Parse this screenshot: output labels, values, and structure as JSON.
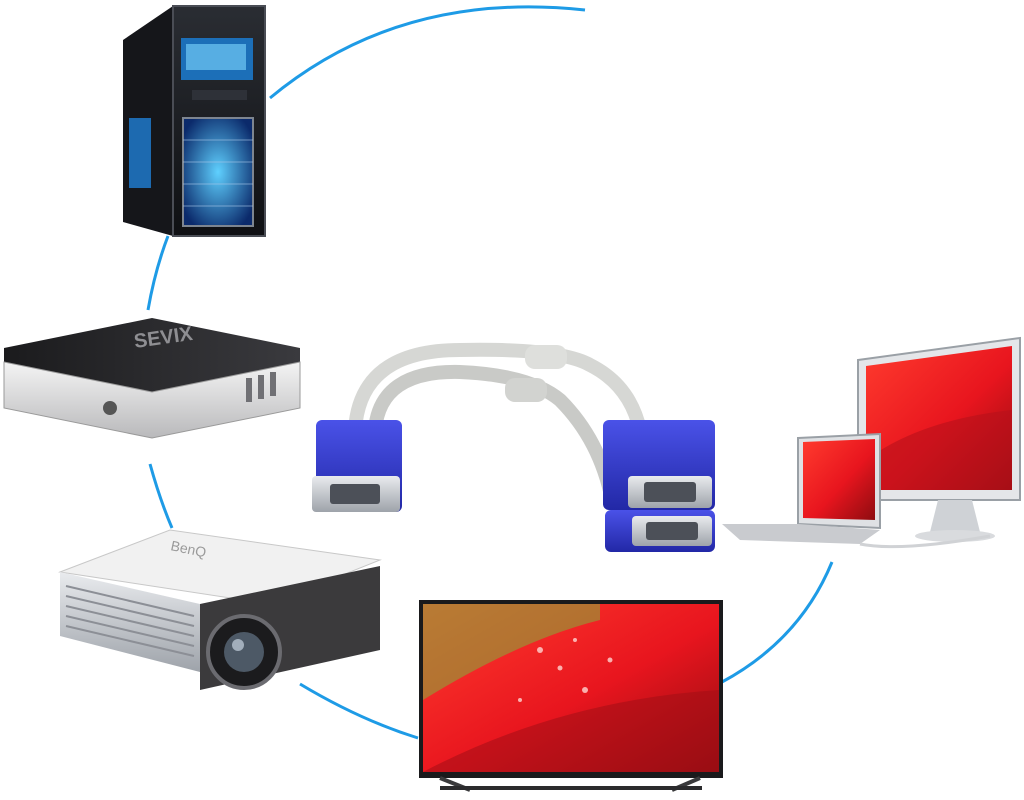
{
  "scene": {
    "background": "#ffffff",
    "connector_color": "#1e9be6",
    "screen_colors": {
      "red": "#e8151e",
      "dark_red": "#8e0c10",
      "green": "#7fb03a"
    },
    "vga_blue": "#2f35c8",
    "devices": [
      {
        "name": "desktop-tower",
        "icon": "computer-tower-icon"
      },
      {
        "name": "set-top-box",
        "icon": "media-box-icon"
      },
      {
        "name": "projector",
        "icon": "projector-icon"
      },
      {
        "name": "television",
        "icon": "tv-icon"
      },
      {
        "name": "laptop-and-monitor",
        "icon": "laptop-monitor-icon"
      },
      {
        "name": "vga-y-splitter",
        "icon": "vga-cable-icon"
      }
    ]
  },
  "labels": {
    "box_brand": "SEVIX",
    "projector_brand": "BenQ"
  }
}
